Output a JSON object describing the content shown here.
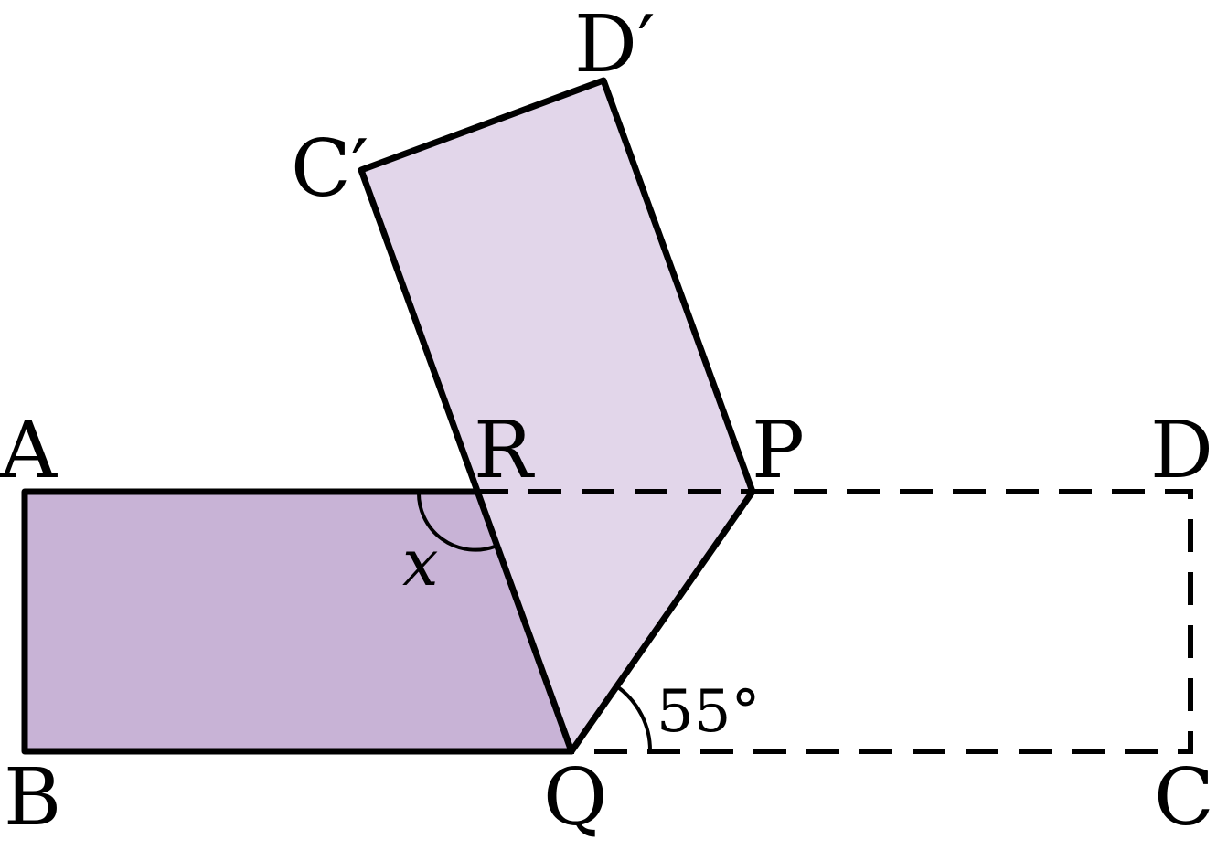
{
  "colors": {
    "unfolded_region": "#c8b3d6",
    "folded_flap": "#e2d6ea",
    "stroke": "#000000"
  },
  "points": {
    "A": "A",
    "B": "B",
    "C": "C",
    "D": "D",
    "P": "P",
    "Q": "Q",
    "R": "R",
    "C_prime": "C′",
    "D_prime": "D′"
  },
  "angles": {
    "given": "55°",
    "unknown": "x"
  }
}
